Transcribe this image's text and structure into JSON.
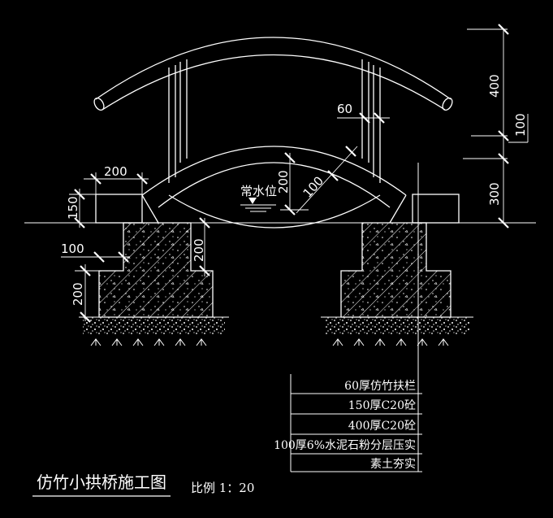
{
  "title": "仿竹小拱桥施工图",
  "scale": "比例 1：20",
  "water_level_label": "常水位",
  "dimensions": {
    "d400": "400",
    "d100_right": "100",
    "d300": "300",
    "d60": "60",
    "d200_top": "200",
    "d150": "150",
    "d200_center": "200",
    "d100_diag": "100",
    "d100_left": "100",
    "d200_left_low": "200",
    "d200_mid": "200"
  },
  "legend": [
    "60厚仿竹扶栏",
    "150厚C20砼",
    "400厚C20砼",
    "100厚6%水泥石粉分层压实",
    "素土夯实"
  ],
  "colors": {
    "background": "#000000",
    "line": "#ffffff"
  }
}
